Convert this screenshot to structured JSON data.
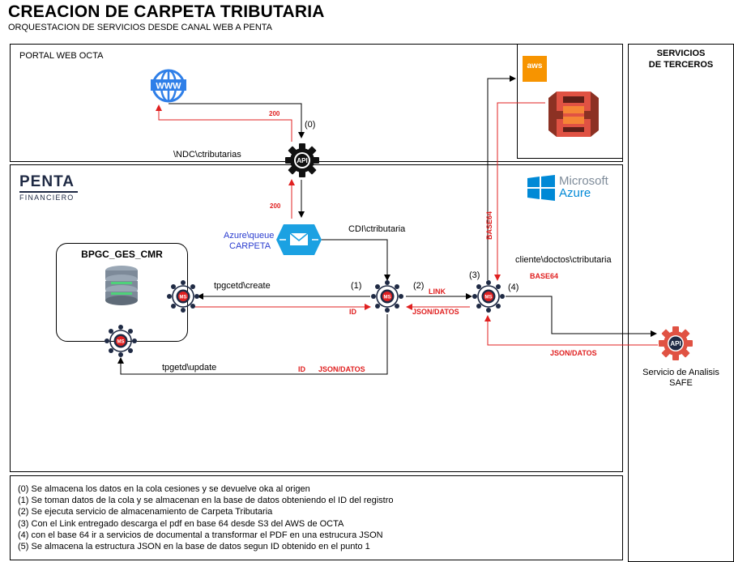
{
  "header": {
    "title": "CREACION DE CARPETA TRIBUTARIA",
    "subtitle": "ORQUESTACION DE SERVICIOS DESDE CANAL WEB A PENTA"
  },
  "zones": {
    "portal": "PORTAL WEB OCTA",
    "terceros_line1": "SERVICIOS",
    "terceros_line2": "DE TERCEROS",
    "db_name": "BPGC_GES_CMR"
  },
  "logos": {
    "penta_main": "PENTA",
    "penta_sub": "FINANCIERO",
    "azure_line1": "Microsoft",
    "azure_line2": "Azure",
    "aws": "aws",
    "www": "WWW",
    "api": "API",
    "ms": "MS"
  },
  "queue": {
    "line1": "Azure\\queue",
    "line2": "CARPETA"
  },
  "paths": {
    "ndc": "\\NDC\\ctributarias",
    "cdi": "CDI\\ctributaria",
    "create": "tpgcetd\\create",
    "update": "tpgetd\\update",
    "cliente": "cliente\\doctos\\ctributaria"
  },
  "steps": {
    "s0": "(0)",
    "s1": "(1)",
    "s2": "(2)",
    "s3": "(3)",
    "s4": "(4)"
  },
  "red_labels": {
    "code_top": "200",
    "code_mid": "200",
    "id_create": "ID",
    "link": "LINK",
    "json_datos_mid": "JSON/DATOS",
    "id_update": "ID",
    "json_datos_update": "JSON/DATOS",
    "base64_vertical": "BASE64",
    "base64": "BASE64",
    "json_datos_safe": "JSON/DATOS"
  },
  "safe": {
    "line1": "Servicio de Analisis",
    "line2": "SAFE"
  },
  "colors": {
    "red": "#e02020",
    "navy": "#1f2a44",
    "azure_blue": "#0089d6",
    "aws_orange": "#f79400",
    "s3_red": "#e05243",
    "queue_blue": "#1ba1e2",
    "www_blue": "#2f7fe8",
    "db_gray": "#7d8a99"
  },
  "notes": [
    "(0)  Se almacena los datos en la cola cesiones y se devuelve oka al origen",
    "(1)  Se toman datos de la cola y se almacenan  en la base de datos obteniendo el ID del registro",
    "(2)  Se ejecuta servicio de almacenamiento de Carpeta Tributaria",
    "(3) Con el Link entregado descarga el pdf en base 64 desde S3 del AWS de OCTA",
    "(4) con el base 64 ir a servicios de documental a transformar el PDF en una estrucura JSON",
    "(5) Se almacena la estructura JSON en la base de datos segun ID obtenido en el punto 1"
  ]
}
